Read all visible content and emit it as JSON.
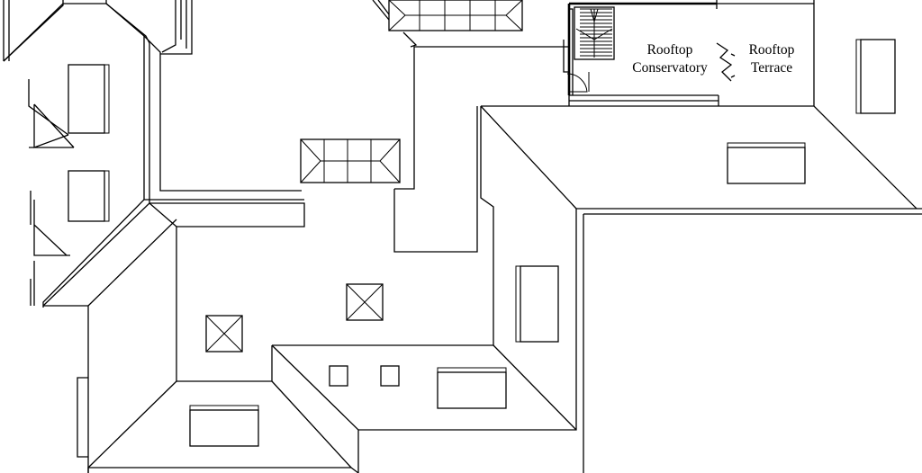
{
  "labels": {
    "conservatory_line1": "Rooftop",
    "conservatory_line2": "Conservatory",
    "terrace_line1": "Rooftop",
    "terrace_line2": "Terrace"
  },
  "colors": {
    "line": "#000000",
    "background": "#ffffff"
  }
}
